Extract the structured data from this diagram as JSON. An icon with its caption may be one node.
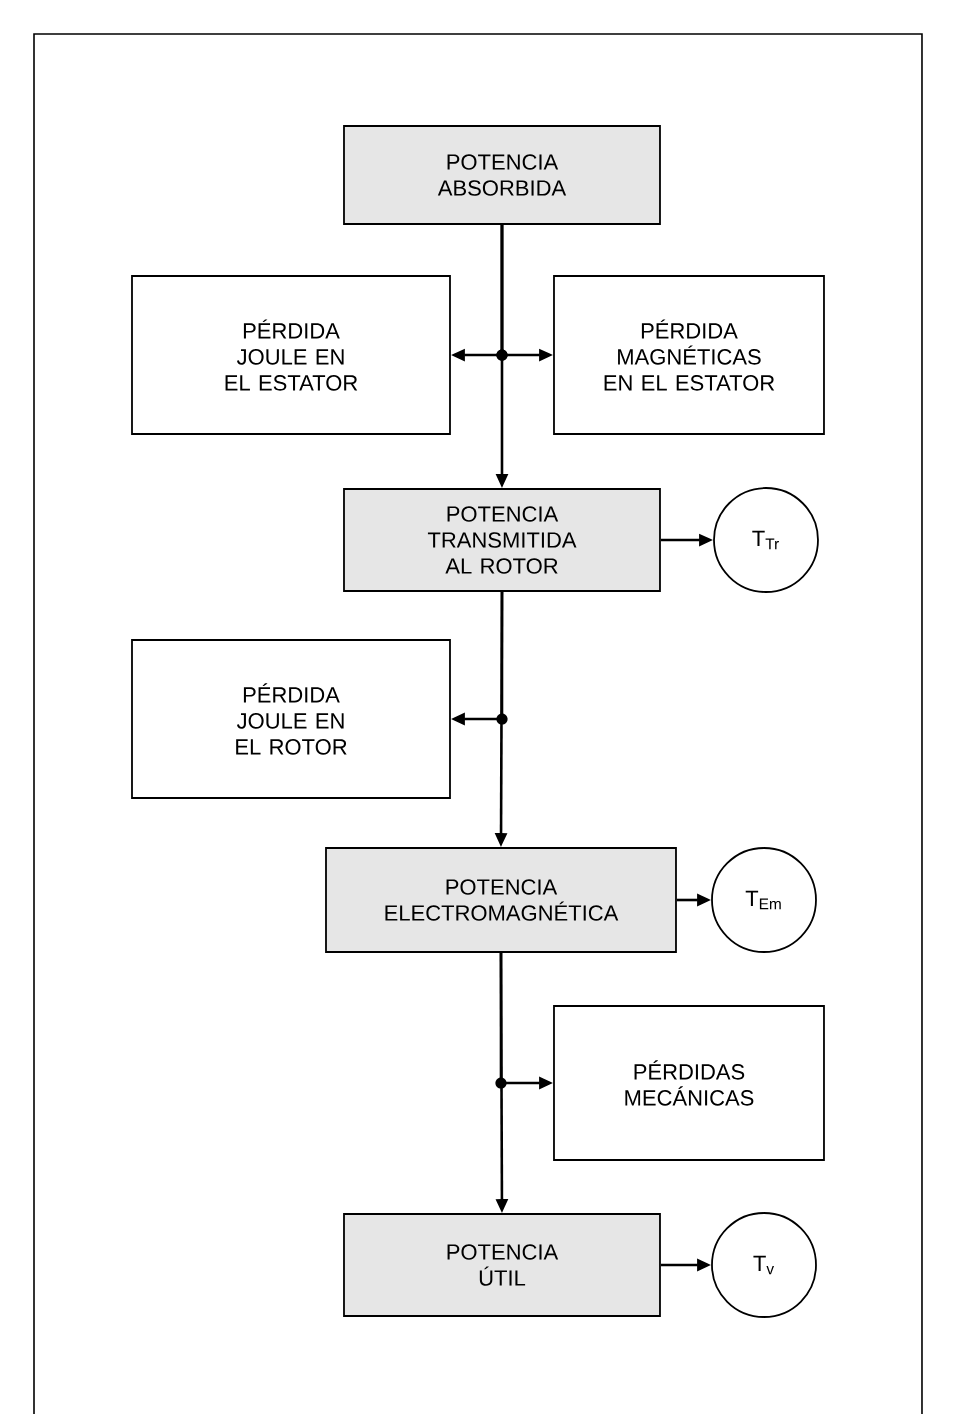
{
  "diagram": {
    "nodes": [
      {
        "text": [
          "POTENCIA ABSORBIDA"
        ]
      },
      {
        "text": [
          "PÉRDIDA JOULE EN EL ESTATOR"
        ]
      },
      {
        "text": [
          "PÉRDIDA MAGNÉTICAS EN EL ESTATOR"
        ]
      },
      {
        "text": [
          "POTENCIA TRANSMITIDA AL ROTOR"
        ]
      },
      {
        "text": [
          "T$_{Tr}$"
        ]
      },
      {
        "text": [
          "PÉRDIDA JOULE EN EL ROTOR"
        ]
      },
      {
        "text": [
          "POTENCIA ELECTROMAGNÉTICA"
        ]
      },
      {
        "text": [
          "T$_{Em}$"
        ]
      },
      {
        "text": [
          "PÉRDIDAS MECÁNICAS"
        ]
      },
      {
        "text": [
          "POTENCIA ÚTIL"
        ]
      },
      {
        "text": [
          "T$_{v}$"
        ]
      }
    ],
    "edges": [
      {
        "from": 0,
        "to": 1,
        "arrow": "to"
      },
      {
        "from": 0,
        "to": 2,
        "arrow": "to"
      },
      {
        "from": 0,
        "to": 3,
        "arrow": "to"
      },
      {
        "from": 3,
        "to": 4,
        "arrow": "to"
      },
      {
        "from": 3,
        "to": 5,
        "arrow": "to"
      },
      {
        "from": 3,
        "to": 6,
        "arrow": "to"
      },
      {
        "from": 6,
        "to": 7,
        "arrow": "to"
      },
      {
        "from": 6,
        "to": 8,
        "arrow": "to"
      },
      {
        "from": 6,
        "to": 9,
        "arrow": "to"
      },
      {
        "from": 9,
        "to": 10,
        "arrow": "to"
      }
    ]
  }
}
